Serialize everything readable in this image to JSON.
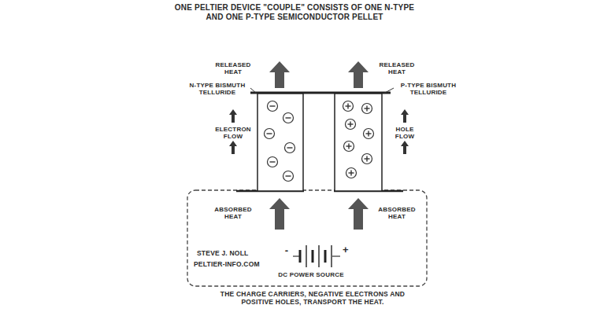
{
  "diagram": {
    "title": "ONE PELTIER DEVICE \"COUPLE\" CONSISTS OF ONE N-TYPE AND ONE P-TYPE SEMICONDUCTOR PELLET",
    "caption": "THE CHARGE CARRIERS, NEGATIVE ELECTRONS AND POSITIVE HOLES, TRANSPORT THE HEAT.",
    "labels": [
      "RELEASED HEAT",
      "RELEASED HEAT",
      "N-TYPE BISMUTH TELLURIDE",
      "P-TYPE BISMUTH TELLURIDE",
      "ELECTRON FLOW",
      "HOLE FLOW",
      "ABSORBED HEAT",
      "ABSORBED HEAT",
      "STEVE J. NOLL",
      "PELTIER-INFO.COM",
      "-",
      "+",
      "DC POWER SOURCE"
    ]
  }
}
